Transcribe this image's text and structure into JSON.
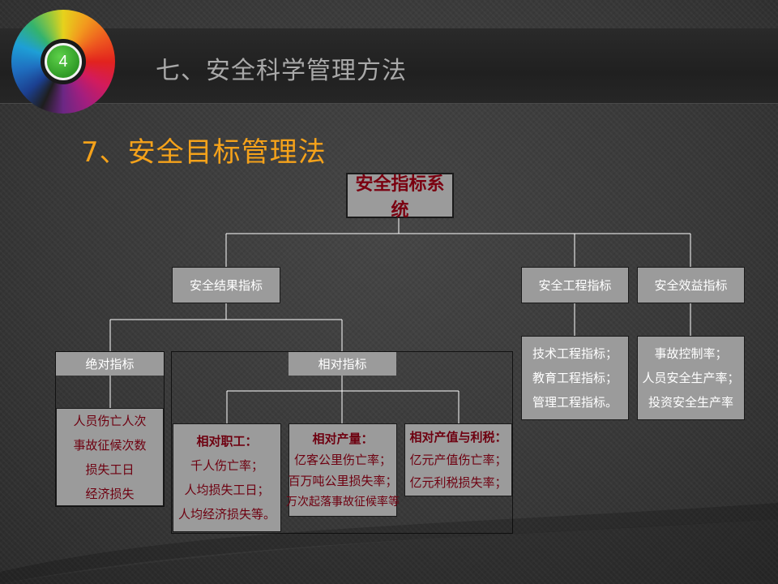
{
  "slide": {
    "number": "4",
    "header_title": "七、安全科学管理方法",
    "subtitle": "7、安全目标管理法"
  },
  "diagram": {
    "root": "安全指标系统",
    "level1": {
      "result": "安全结果指标",
      "engineering": "安全工程指标",
      "benefit": "安全效益指标"
    },
    "result_children": {
      "absolute": {
        "label": "绝对指标",
        "items": [
          "人员伤亡人次",
          "事故征候次数",
          "损失工日",
          "经济损失"
        ]
      },
      "relative": {
        "label": "相对指标",
        "groups": [
          {
            "title": "相对职工：",
            "items": [
              "千人伤亡率；",
              "人均损失工日；",
              "人均经济损失等。"
            ]
          },
          {
            "title": "相对产量：",
            "items": [
              "亿客公里伤亡率；",
              "百万吨公里损失率；",
              "万次起落事故征候率等"
            ]
          },
          {
            "title": "相对产值与利税：",
            "items": [
              "亿元产值伤亡率；",
              "亿元利税损失率；"
            ]
          }
        ]
      }
    },
    "engineering_items": [
      "技术工程指标；",
      "教育工程指标；",
      "管理工程指标。"
    ],
    "benefit_items": [
      "事故控制率；",
      "人员安全生产率；",
      "投资安全生产率"
    ]
  },
  "colors": {
    "header_title": "#a9a9a9",
    "subtitle": "#f5a21a",
    "box_fill": "#9b9b9b",
    "box_text_dark": "#6e0010",
    "connector": "#ffffff",
    "badge": "#3fb52f"
  }
}
